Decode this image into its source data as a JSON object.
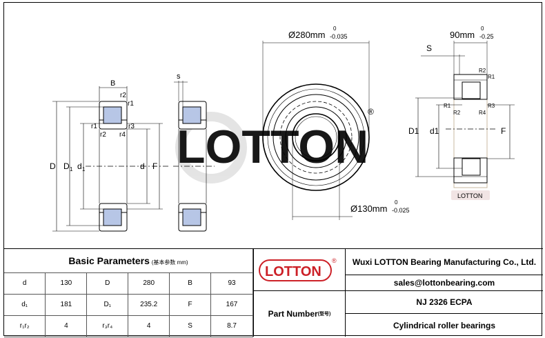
{
  "drawing": {
    "left_view": {
      "B": "B",
      "s": "s",
      "r2_top": "r2",
      "r1_top": "r1",
      "r1_mid": "r1",
      "r2_mid": "r2",
      "r3": "r3",
      "r4": "r4",
      "D": "D",
      "D1": "D",
      "D1_sub": "1",
      "d1": "d",
      "d1_sub": "1",
      "d": "d",
      "F": "F"
    },
    "front_view": {
      "outer_dim": "Ø280mm",
      "outer_tol_upper": "0",
      "outer_tol_lower": "-0.035",
      "inner_dim": "Ø130mm",
      "inner_tol_upper": "0",
      "inner_tol_lower": "-0.025",
      "registered_mark": "®"
    },
    "right_view": {
      "width_dim": "90mm",
      "width_tol_upper": "0",
      "width_tol_lower": "-0.25",
      "S": "S",
      "R1": "R1",
      "R2": "R2",
      "R3": "R3",
      "R4": "R4",
      "R1_left": "R1",
      "R2_left": "R2",
      "D1": "D1",
      "d1": "d1",
      "F": "F",
      "brand_tag": "LOTTON"
    },
    "watermark": "LOTTON"
  },
  "params": {
    "title": "Basic Parameters",
    "title_sub": "(基本参数 mm)",
    "rows": [
      [
        "d",
        "130",
        "D",
        "280",
        "B",
        "93"
      ],
      [
        "d₁",
        "181",
        "D₁",
        "235.2",
        "F",
        "167"
      ],
      [
        "r₁r₂",
        "4",
        "r₃r₄",
        "4",
        "S",
        "8.7"
      ]
    ]
  },
  "logo": {
    "text": "LOTTON",
    "mark": "®"
  },
  "part_number": {
    "label": "Part Number",
    "label_sub": "(型号)"
  },
  "company": "Wuxi LOTTON Bearing Manufacturing Co., Ltd.",
  "email": "sales@lottonbearing.com",
  "part": "NJ  2326 ECPA",
  "bearing_type": "Cylindrical roller bearings",
  "colors": {
    "roller": "#b7c6e6",
    "logo_red": "#cc2027",
    "watermark": "#dddddd"
  }
}
